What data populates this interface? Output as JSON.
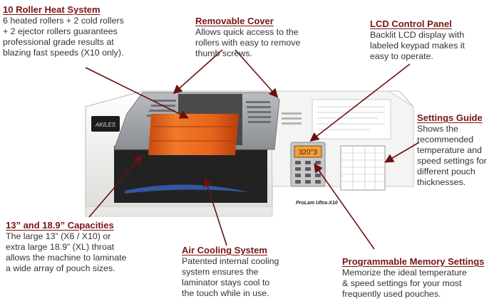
{
  "brand": {
    "logo_text": "AKILES",
    "model_text": "ProLam Ultra-X10",
    "lcd_reading": "320°3"
  },
  "callouts": {
    "roller": {
      "title": "10 Roller Heat System",
      "body": "6 heated rollers + 2 cold rollers\n+ 2 ejector rollers guarantees\nprofessional grade results at\nblazing fast speeds (X10 only)."
    },
    "cover": {
      "title": "Removable Cover",
      "body": "Allows quick access to the\nrollers with easy to remove\nthumb screws."
    },
    "lcd": {
      "title": "LCD Control Panel",
      "body": "Backlit LCD display with\nlabeled keypad makes it\neasy to operate."
    },
    "settings": {
      "title": "Settings Guide",
      "body": "Shows the\nrecommended\ntemperature and\nspeed settings for\ndifferent pouch\nthicknesses."
    },
    "capacities": {
      "title": "13” and 18.9” Capacities",
      "body": "The large 13” (X6 / X10) or\nextra large 18.9” (XL) throat\nallows the machine to laminate\na wide array of pouch sizes."
    },
    "cooling": {
      "title": "Air Cooling System",
      "body": "Patented internal cooling\nsystem ensures the\nlaminator stays cool to\nthe touch while in use."
    },
    "memory": {
      "title": "Programmable Memory Settings",
      "body": "Memorize the ideal temperature\n& speed settings for your most\nfrequently used pouches."
    }
  },
  "colors": {
    "heading": "#7a1414",
    "arrow": "#6b1010",
    "roller_orange": "#e8641c",
    "body_white": "#f2f2f0"
  }
}
